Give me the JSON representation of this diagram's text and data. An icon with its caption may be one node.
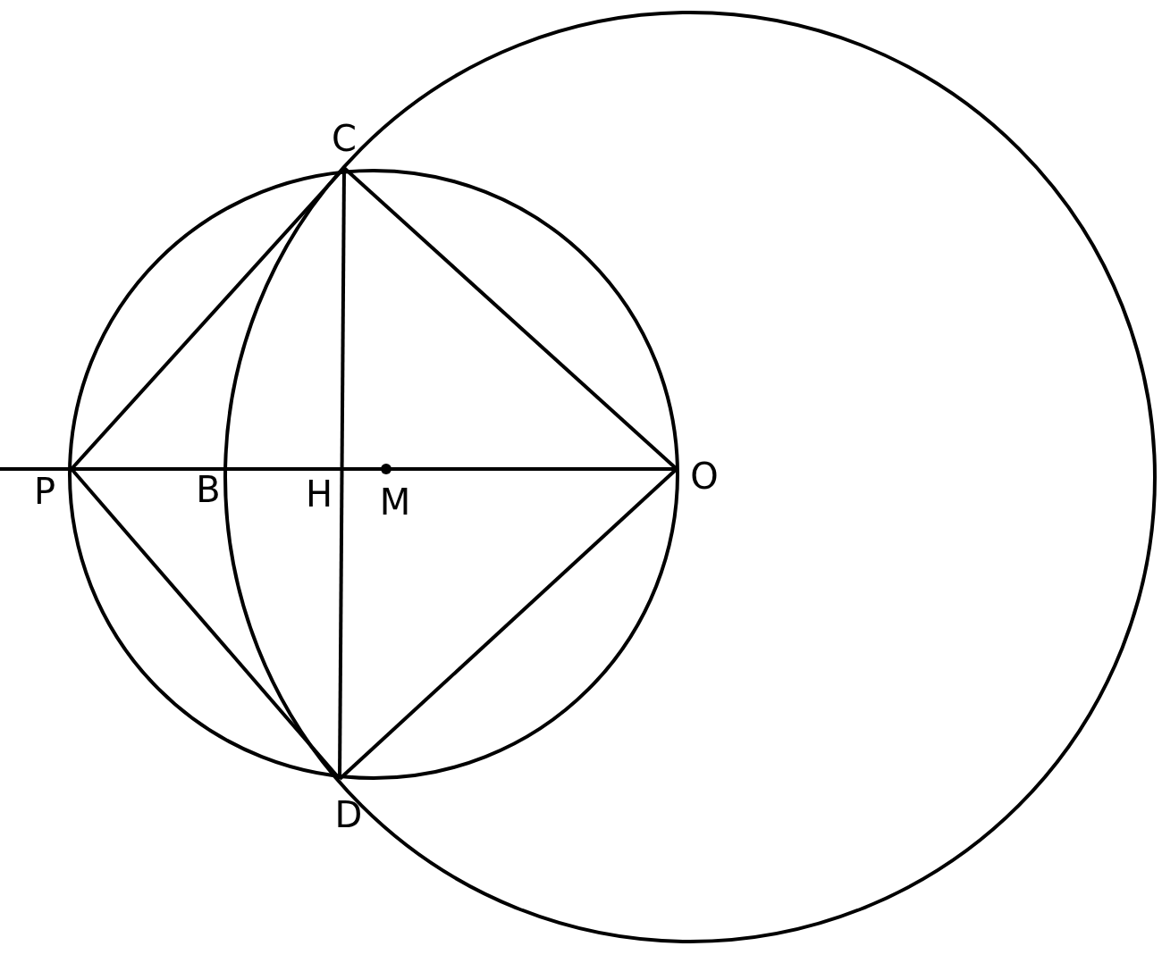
{
  "diagram": {
    "labels": [
      "C",
      "P",
      "B",
      "H",
      "M",
      "O",
      "D"
    ]
  }
}
